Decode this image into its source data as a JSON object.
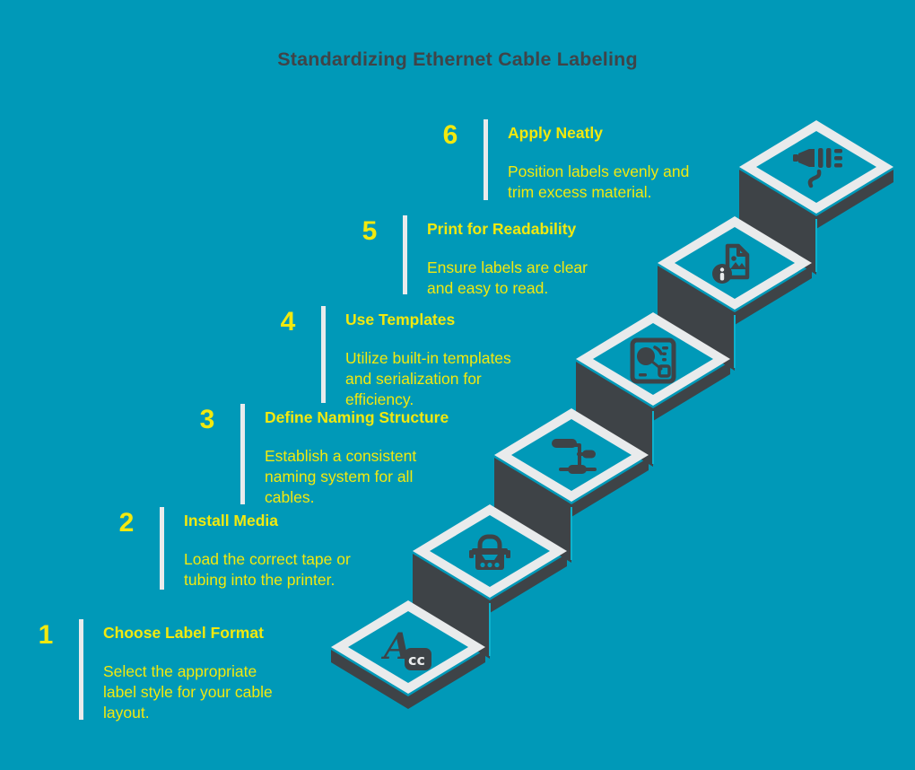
{
  "title": "Standardizing Ethernet Cable Labeling",
  "colors": {
    "background": "#0099B8",
    "step_dark": "#3E4347",
    "diamond_white": "#E9EBEC",
    "accent_yellow": "#F2E90E",
    "title_dark": "#3F4448",
    "hairline_cyan": "#0CB2CE"
  },
  "steps": [
    {
      "number": "1",
      "title": "Choose Label Format",
      "icon": "label-format-icon",
      "body_lines": [
        "Select the appropriate",
        "label style for your cable",
        "layout."
      ]
    },
    {
      "number": "2",
      "title": "Install Media",
      "icon": "media-cassette-icon",
      "body_lines": [
        "Load the correct tape or",
        "tubing into the printer."
      ]
    },
    {
      "number": "3",
      "title": "Define Naming Structure",
      "icon": "naming-structure-icon",
      "body_lines": [
        "Establish a consistent",
        "naming system for all",
        "cables."
      ]
    },
    {
      "number": "4",
      "title": "Use Templates",
      "icon": "templates-panel-icon",
      "body_lines": [
        "Utilize built-in templates",
        "and serialization for",
        "efficiency."
      ]
    },
    {
      "number": "5",
      "title": "Print for Readability",
      "icon": "image-info-icon",
      "body_lines": [
        "Ensure labels are clear",
        "and easy to read."
      ]
    },
    {
      "number": "6",
      "title": "Apply Neatly",
      "icon": "ethernet-plug-icon",
      "body_lines": [
        "Position labels evenly and",
        "trim excess material."
      ]
    }
  ]
}
